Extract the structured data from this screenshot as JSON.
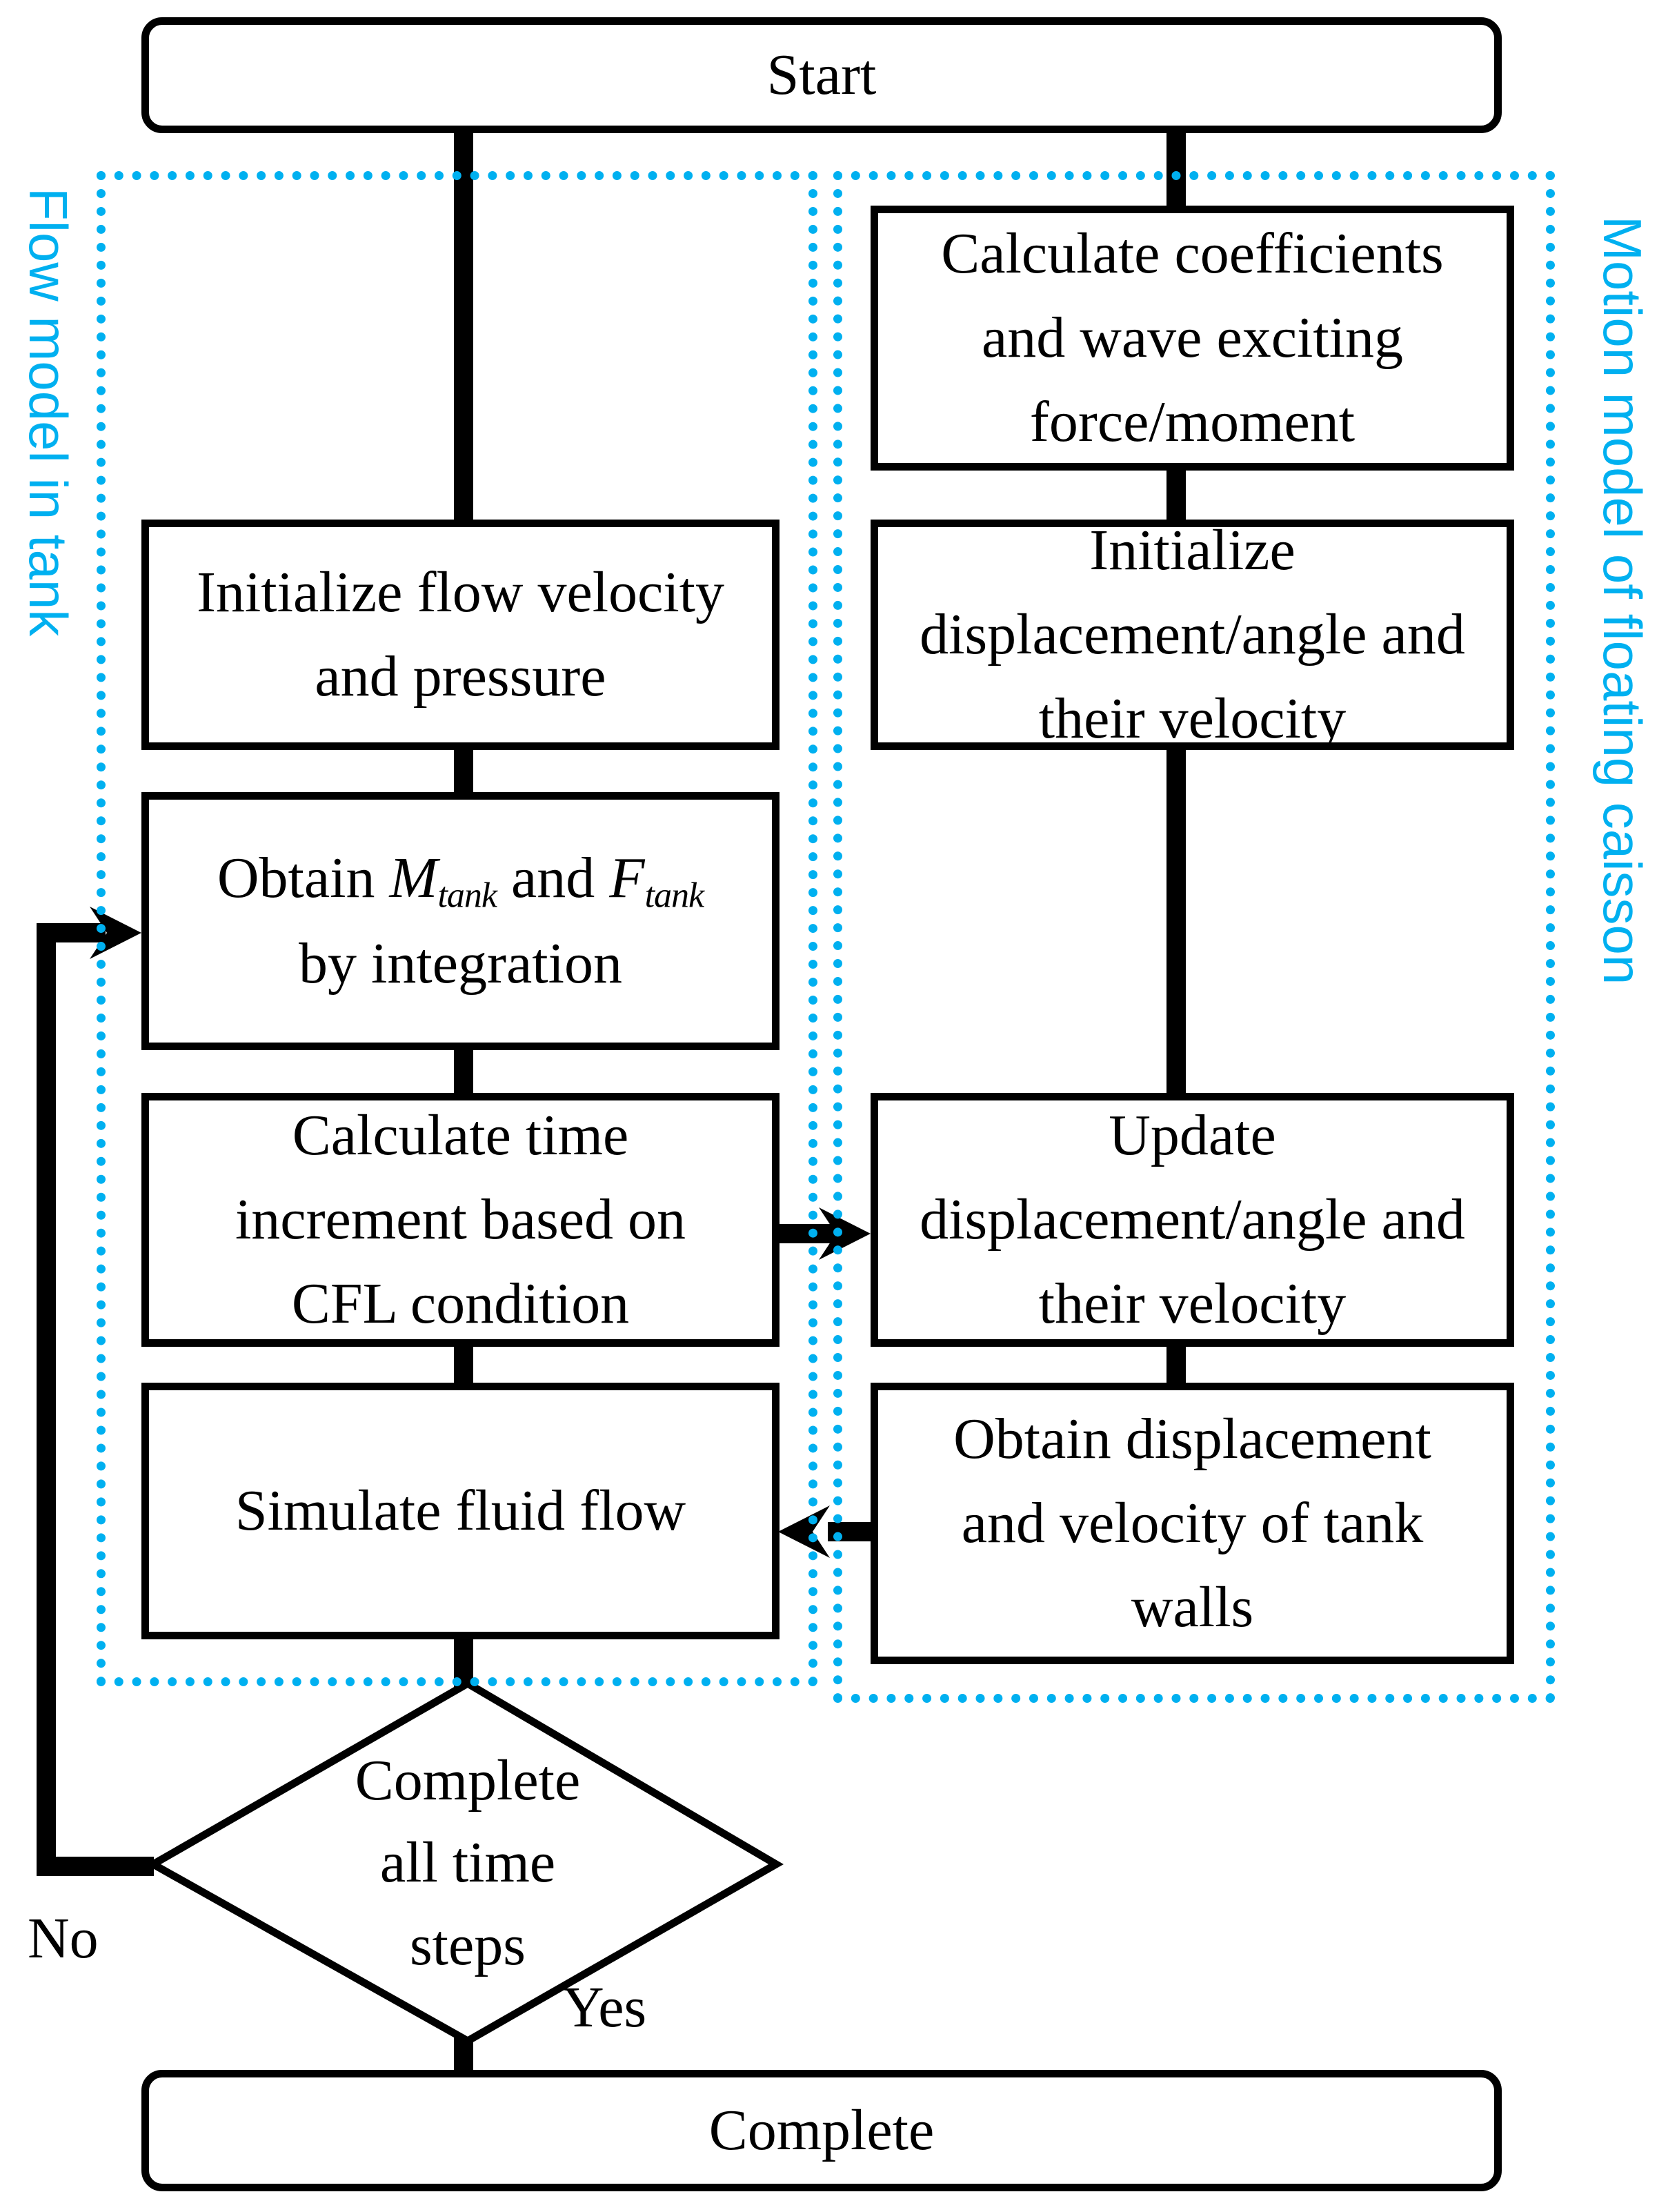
{
  "regions": {
    "flow": {
      "label": "Flow model in tank"
    },
    "motion": {
      "label": "Motion model of floating caisson"
    }
  },
  "terminals": {
    "start": "Start",
    "complete": "Complete"
  },
  "flow_boxes": [
    {
      "label": "Initialize flow velocity\nand pressure"
    },
    {
      "formula": {
        "prefix": "Obtain ",
        "var1": "M",
        "sub1": "tank",
        "mid": " and ",
        "var2": "F",
        "sub2": "tank",
        "line2": "by integration"
      }
    },
    {
      "label": "Calculate time\nincrement based on\nCFL condition"
    },
    {
      "label": "Simulate fluid flow"
    }
  ],
  "motion_boxes": [
    {
      "label": "Calculate coefficients\nand wave exciting\nforce/moment"
    },
    {
      "label": "Initialize\ndisplacement/angle and\ntheir velocity"
    },
    {
      "label": "Update\ndisplacement/angle and\ntheir velocity"
    },
    {
      "label": "Obtain displacement\nand velocity of tank\nwalls"
    }
  ],
  "decision": {
    "label": "Complete\nall time\nsteps",
    "no_label": "No",
    "yes_label": "Yes"
  },
  "colors": {
    "accent_cyan": "#00B0F0",
    "line_black": "#000000"
  }
}
